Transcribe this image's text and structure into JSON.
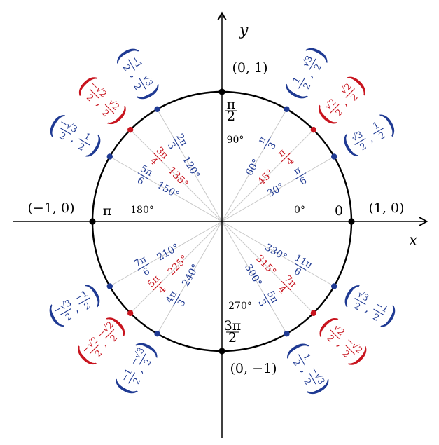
{
  "colors": {
    "black": "#000000",
    "blue": "#1f3a93",
    "red": "#c8141e",
    "grid": "#c8c8c8"
  },
  "axes": {
    "x_label": "x",
    "y_label": "y"
  },
  "axis_points": [
    {
      "coord": "(1, 0)",
      "rad": "0",
      "deg": "0°"
    },
    {
      "coord": "(0, 1)",
      "rad_num": "π",
      "rad_den": "2",
      "deg": "90°"
    },
    {
      "coord": "(−1, 0)",
      "rad": "π",
      "deg": "180°"
    },
    {
      "coord": "(0, −1)",
      "rad_num": "3π",
      "rad_den": "2",
      "deg": "270°"
    }
  ],
  "angles": [
    {
      "deg_value": 30,
      "color": "blue",
      "deg": "30°",
      "rad_num": "π",
      "rad_den": "6",
      "cx_num": "√3",
      "cx_den": "2",
      "cy_num": "1",
      "cy_den": "2"
    },
    {
      "deg_value": 45,
      "color": "red",
      "deg": "45°",
      "rad_num": "π",
      "rad_den": "4",
      "cx_num": "√2",
      "cx_den": "2",
      "cy_num": "√2",
      "cy_den": "2"
    },
    {
      "deg_value": 60,
      "color": "blue",
      "deg": "60°",
      "rad_num": "π",
      "rad_den": "3",
      "cx_num": "1",
      "cx_den": "2",
      "cy_num": "√3",
      "cy_den": "2"
    },
    {
      "deg_value": 120,
      "color": "blue",
      "deg": "120°",
      "rad_num": "2π",
      "rad_den": "3",
      "cx_num": "−1",
      "cx_den": "2",
      "cy_num": "√3",
      "cy_den": "2"
    },
    {
      "deg_value": 135,
      "color": "red",
      "deg": "135°",
      "rad_num": "3π",
      "rad_den": "4",
      "cx_num": "−√2",
      "cx_den": "2",
      "cy_num": "√2",
      "cy_den": "2"
    },
    {
      "deg_value": 150,
      "color": "blue",
      "deg": "150°",
      "rad_num": "5π",
      "rad_den": "6",
      "cx_num": "−√3",
      "cx_den": "2",
      "cy_num": "1",
      "cy_den": "2"
    },
    {
      "deg_value": 210,
      "color": "blue",
      "deg": "210°",
      "rad_num": "7π",
      "rad_den": "6",
      "cx_num": "−√3",
      "cx_den": "2",
      "cy_num": "−1",
      "cy_den": "2"
    },
    {
      "deg_value": 225,
      "color": "red",
      "deg": "225°",
      "rad_num": "5π",
      "rad_den": "4",
      "cx_num": "−√2",
      "cx_den": "2",
      "cy_num": "−√2",
      "cy_den": "2"
    },
    {
      "deg_value": 240,
      "color": "blue",
      "deg": "240°",
      "rad_num": "4π",
      "rad_den": "3",
      "cx_num": "−1",
      "cx_den": "2",
      "cy_num": "−√3",
      "cy_den": "2"
    },
    {
      "deg_value": 300,
      "color": "blue",
      "deg": "300°",
      "rad_num": "5π",
      "rad_den": "3",
      "cx_num": "1",
      "cx_den": "2",
      "cy_num": "−√3",
      "cy_den": "2"
    },
    {
      "deg_value": 315,
      "color": "red",
      "deg": "315°",
      "rad_num": "7π",
      "rad_den": "4",
      "cx_num": "√2",
      "cx_den": "2",
      "cy_num": "−√2",
      "cy_den": "2"
    },
    {
      "deg_value": 330,
      "color": "blue",
      "deg": "330°",
      "rad_num": "11π",
      "rad_den": "6",
      "cx_num": "√3",
      "cx_den": "2",
      "cy_num": "−1",
      "cy_den": "2"
    }
  ]
}
